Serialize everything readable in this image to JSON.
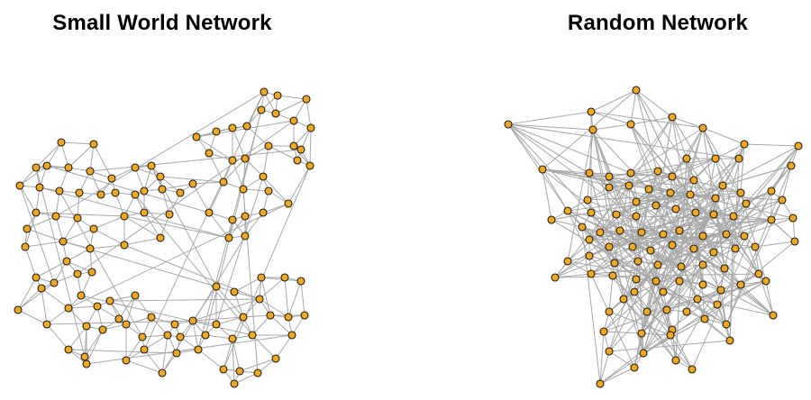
{
  "panels": [
    {
      "id": "small-world",
      "title": "Small World Network"
    },
    {
      "id": "random",
      "title": "Random Network"
    }
  ],
  "colors": {
    "node_fill": "#f0a81e",
    "node_stroke": "#1a1a1a",
    "edge": "#a8a8a8",
    "background": "#ffffff"
  }
}
